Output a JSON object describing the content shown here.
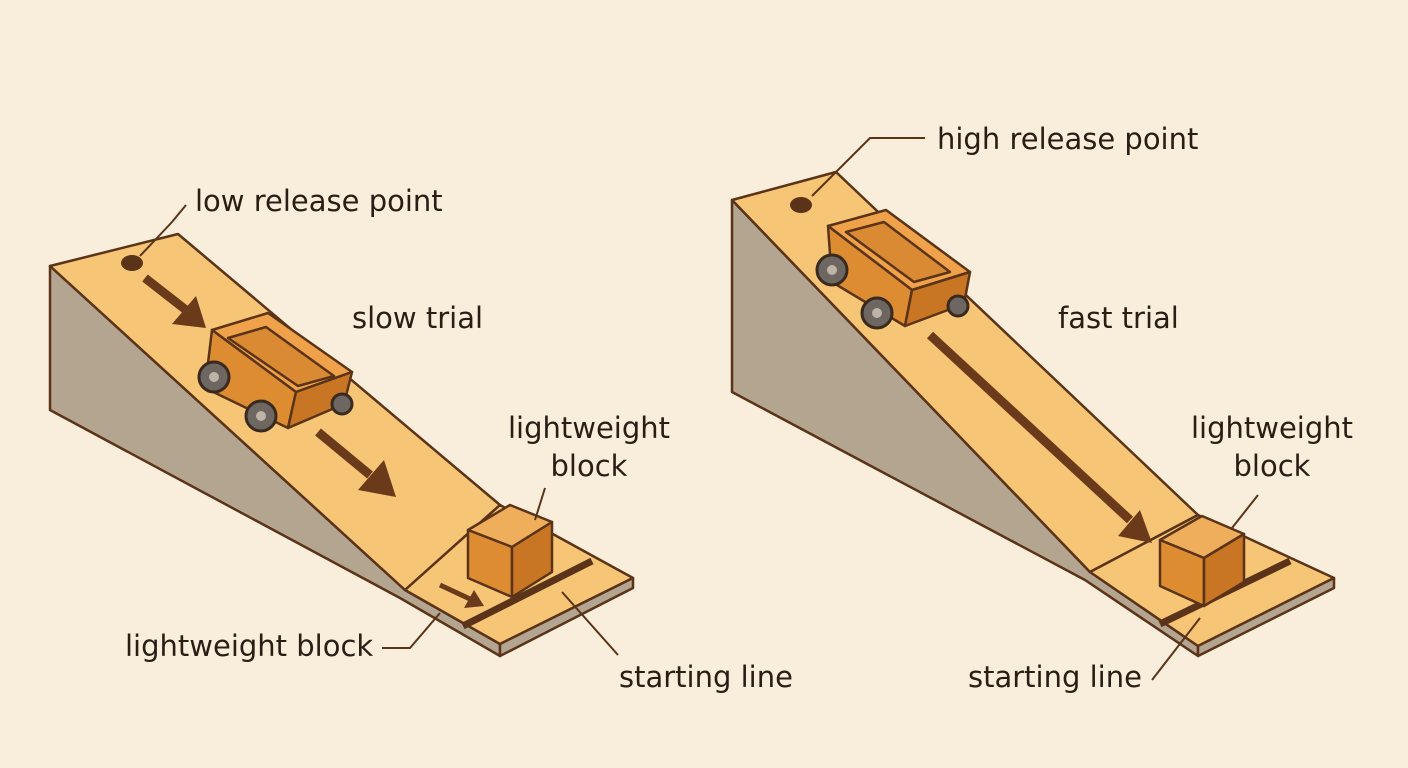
{
  "colors": {
    "background": "#f8eedb",
    "ramp_top": "#f6c576",
    "ramp_side": "#b4a591",
    "block_front": "#de8c32",
    "block_top": "#efae5b",
    "block_side": "#c97624",
    "outline": "#5a3318",
    "arrow": "#6b3a1b",
    "wheel": "#6e6660"
  },
  "left_setup": {
    "release_label": "low release point",
    "trial_label": "slow trial",
    "block_label_upper": [
      "lightweight",
      "block"
    ],
    "block_label_lower": "lightweight block",
    "start_label": "starting line"
  },
  "right_setup": {
    "release_label": "high release point",
    "trial_label": "fast trial",
    "block_label": [
      "lightweight",
      "block"
    ],
    "start_label": "starting line"
  },
  "icons": [
    "ramp-icon",
    "cart-icon",
    "block-icon",
    "arrow-icon"
  ]
}
